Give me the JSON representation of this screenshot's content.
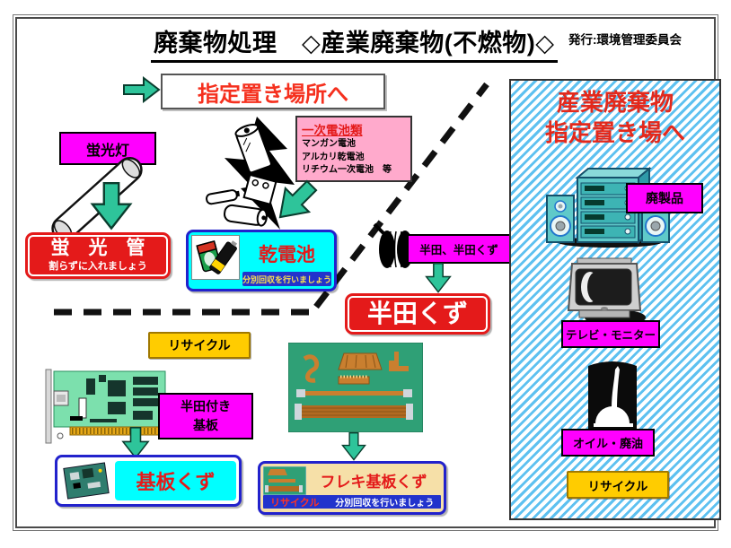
{
  "page": {
    "title": "廃棄物処理　◇産業廃棄物(不燃物)◇",
    "issuer": "発行:環境管理委員会"
  },
  "flow": {
    "designated": "指定置き場所へ",
    "fluorescent": {
      "label": "蛍光灯",
      "result_title": "蛍　光　管",
      "result_note": "割らずに入れましょう"
    },
    "battery": {
      "box_title": "一次電池類",
      "items": [
        "マンガン電池",
        "アルカリ乾電池",
        "リチウム一次電池　等"
      ],
      "result_title": "乾電池",
      "result_note": "分別回収を行いましょう"
    },
    "solder": {
      "label": "半田、半田くず",
      "result_title": "半田くず"
    },
    "recycle_label": "リサイクル",
    "board": {
      "label_line1": "半田付き",
      "label_line2": "基板",
      "result_title": "基板くず"
    },
    "flex": {
      "result_title": "フレキ基板くず",
      "recycle_label": "リサイクル",
      "result_note": "分別回収を行いましょう"
    }
  },
  "panel": {
    "title_line1": "産業廃棄物",
    "title_line2": "指定置き場へ",
    "items": [
      {
        "label": "廃製品"
      },
      {
        "label": "テレビ・モニター"
      },
      {
        "label": "オイル・廃油"
      }
    ],
    "recycle_label": "リサイクル"
  },
  "colors": {
    "magenta_label": "#ff00ff",
    "red_box": "#e41a1a",
    "red_text": "#f5301e",
    "yellow_recycle": "#ffcc00",
    "cyan": "#00ffff",
    "blue_border": "#2222cc",
    "pink_box": "#ffaacc",
    "stripe_blue": "#5ec1f0",
    "arrow_green": "#2ec49a"
  },
  "icons": [
    "arrow-right-icon",
    "arrow-down-icon",
    "arrow-down-left-icon",
    "fluorescent-tube-icon",
    "battery-clipart-icon",
    "solder-spool-icon",
    "circuit-board-icon",
    "small-board-icon",
    "flex-board-photo",
    "mini-battery-icon",
    "mini-flex-icon",
    "stereo-icon",
    "tv-monitor-icon",
    "oil-can-icon"
  ]
}
